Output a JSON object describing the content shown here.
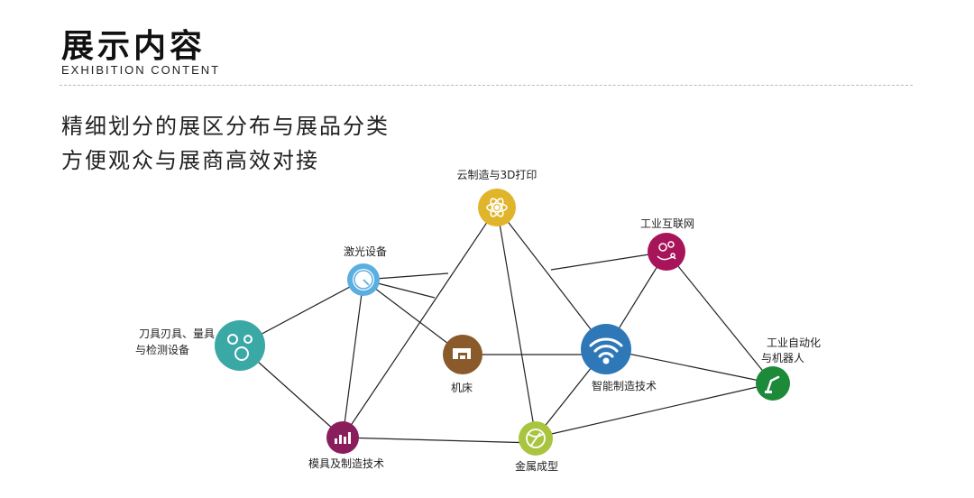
{
  "header": {
    "title": "展示内容",
    "subtitle_en": "EXHIBITION CONTENT"
  },
  "description": {
    "line1": "精细划分的展区分布与展品分类",
    "line2": "方便观众与展商高效对接"
  },
  "nodes": {
    "cloud": {
      "label": "云制造与3D打印",
      "color": "#e0b52c",
      "icon": "atom-icon"
    },
    "laser": {
      "label": "激光设备",
      "color": "#5aaee0",
      "icon": "gauge-icon"
    },
    "iiot": {
      "label": "工业互联网",
      "color": "#a8145a",
      "icon": "gears-icon"
    },
    "tools": {
      "label1": "刀具刃具、量具",
      "label2": "与检测设备",
      "color": "#3aa9a6",
      "icon": "bubbles-icon"
    },
    "machine": {
      "label": "机床",
      "color": "#8a5a2b",
      "icon": "machine-icon"
    },
    "smart": {
      "label": "智能制造技术",
      "color": "#2f78b8",
      "icon": "wifi-icon"
    },
    "robot": {
      "label1": "工业自动化",
      "label2": "与机器人",
      "color": "#1d8a3a",
      "icon": "robot-arm-icon"
    },
    "mold": {
      "label": "模具及制造技术",
      "color": "#8a1e5c",
      "icon": "bar-chart-icon"
    },
    "metal": {
      "label": "金属成型",
      "color": "#a9c43f",
      "icon": "sphere-icon"
    }
  }
}
